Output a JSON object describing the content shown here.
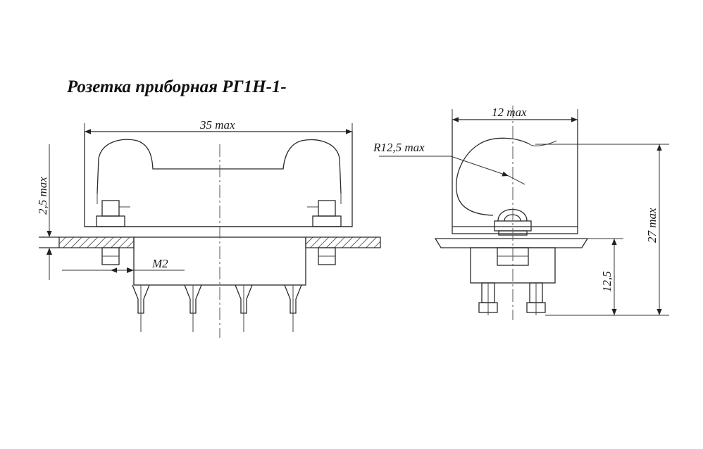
{
  "title": "Розетка приборная РГ1Н-1-",
  "dimensions": {
    "width_front": "35 max",
    "flange_thickness": "2,5 max",
    "thread": "M2",
    "width_side": "12 max",
    "radius": "R12,5 max",
    "height_total": "27 max",
    "height_lower": "12,5"
  },
  "colors": {
    "line": "#2a2a2a",
    "background": "#ffffff"
  }
}
